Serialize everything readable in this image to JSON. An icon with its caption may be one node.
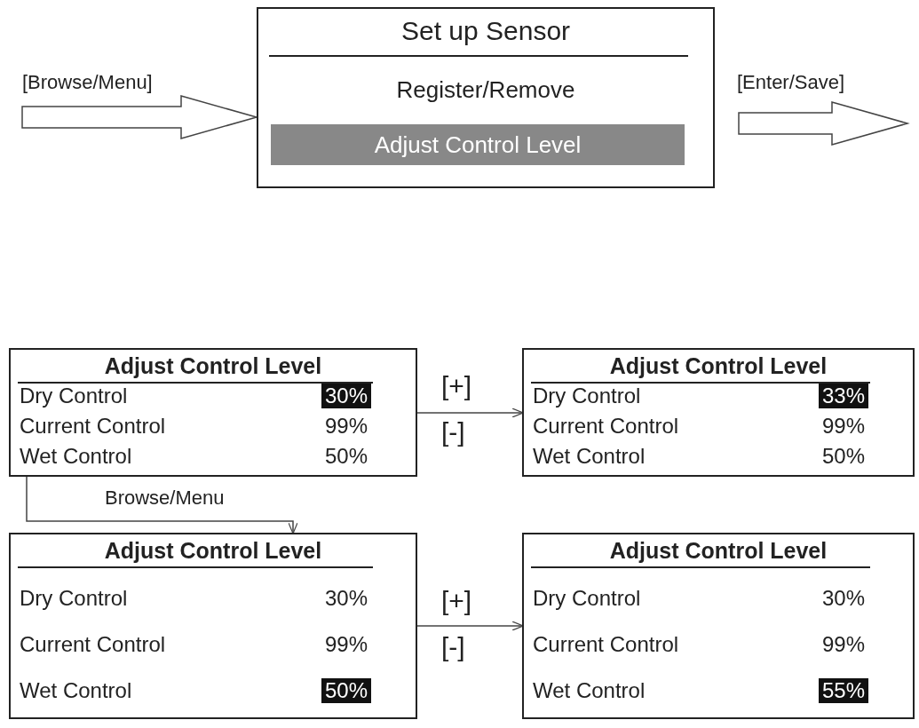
{
  "diagram": {
    "nodes": [
      {
        "text": [
          "Set up Sensor",
          "Register/Remove",
          "Adjust Control Level"
        ]
      },
      {
        "text": [
          "Adjust Control Level",
          "Dry Control",
          "30%",
          "Current Control",
          "99%",
          "Wet Control",
          "50%"
        ]
      },
      {
        "text": [
          "Adjust Control Level",
          "Dry Control",
          "33%",
          "Current Control",
          "99%",
          "Wet Control",
          "50%"
        ]
      },
      {
        "text": [
          "Adjust Control Level",
          "Dry Control",
          "30%",
          "Current Control",
          "99%",
          "Wet Control",
          "50%"
        ]
      },
      {
        "text": [
          "Adjust Control Level",
          "Dry Control",
          "30%",
          "Current Control",
          "99%",
          "Wet Control",
          "55%"
        ]
      }
    ],
    "edges": [
      {
        "from": null,
        "to": 0,
        "arrow": "to",
        "label": "[Browse/Menu]"
      },
      {
        "from": 0,
        "to": null,
        "arrow": "to",
        "label": "[Enter/Save]"
      },
      {
        "from": 1,
        "to": 2,
        "arrow": "to",
        "label": "[+]"
      },
      {
        "from": 1,
        "to": 3,
        "arrow": "to",
        "label": "Browse/Menu"
      },
      {
        "from": 3,
        "to": 4,
        "arrow": "to",
        "label": "[+]"
      }
    ],
    "labels": [
      "[-]",
      "[-]"
    ]
  }
}
